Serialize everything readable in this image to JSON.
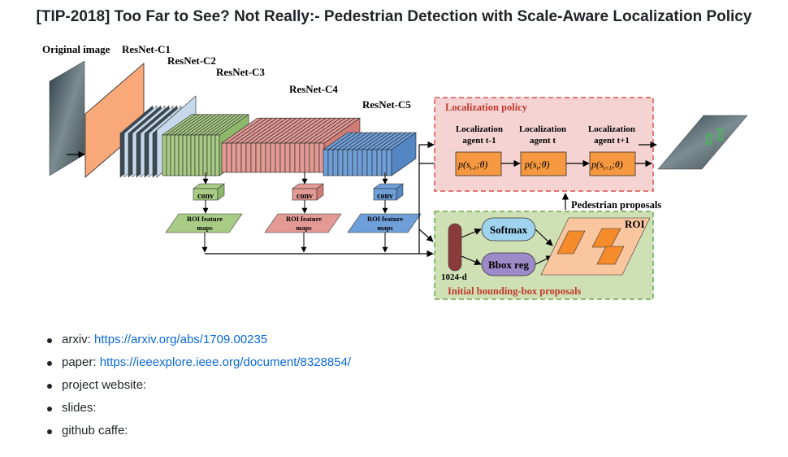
{
  "title": "[TIP-2018] Too Far to See? Not Really:- Pedestrian Detection with Scale-Aware Localization Policy",
  "figure": {
    "stage_labels": {
      "original": "Original image",
      "c1": "ResNet-C1",
      "c2": "ResNet-C2",
      "c3": "ResNet-C3",
      "c4": "ResNet-C4",
      "c5": "ResNet-C5"
    },
    "conv_label": "conv",
    "roi_feature_label": "ROI feature",
    "roi_maps_label": "maps",
    "localization_policy": {
      "title": "Localization policy",
      "agents": [
        {
          "line1": "Localization",
          "line2": "agent t-1",
          "formula": "p(s_{t-1};θ)"
        },
        {
          "line1": "Localization",
          "line2": "agent t",
          "formula": "p(s_t;θ)"
        },
        {
          "line1": "Localization",
          "line2": "agent t+1",
          "formula": "p(s_{t+1};θ)"
        }
      ],
      "formula_prefix": "p(",
      "formula_s": "s",
      "formula_suffix": ";θ)",
      "subscripts": [
        "t-1",
        "t",
        "t+1"
      ]
    },
    "pedestrian_proposals": "Pedestrian proposals",
    "proposals_box": {
      "title": "Initial bounding-box proposals",
      "dim": "1024-d",
      "softmax": "Softmax",
      "bbox_reg": "Bbox reg",
      "roi": "ROI"
    },
    "colors": {
      "orange": "#f9a87a",
      "c2_blue": "#c6d9ea",
      "c3_green": "#a8cc85",
      "c4_red": "#e39a95",
      "c5_blue": "#6f9fd8",
      "policy_bg": "#f6d3d3",
      "policy_border": "#d9534f",
      "agent_orange": "#f59840",
      "proposal_bg": "#cfe1b4",
      "softmax_blue": "#9fd3ee",
      "bbox_purple": "#9d8ac8",
      "dark_red": "#c0392b"
    }
  },
  "links": [
    {
      "label": "arxiv:",
      "url": "https://arxiv.org/abs/1709.00235"
    },
    {
      "label": "paper:",
      "url": "https://ieeexplore.ieee.org/document/8328854/"
    },
    {
      "label": "project website:",
      "url": ""
    },
    {
      "label": "slides:",
      "url": ""
    },
    {
      "label": "github caffe:",
      "url": ""
    }
  ]
}
